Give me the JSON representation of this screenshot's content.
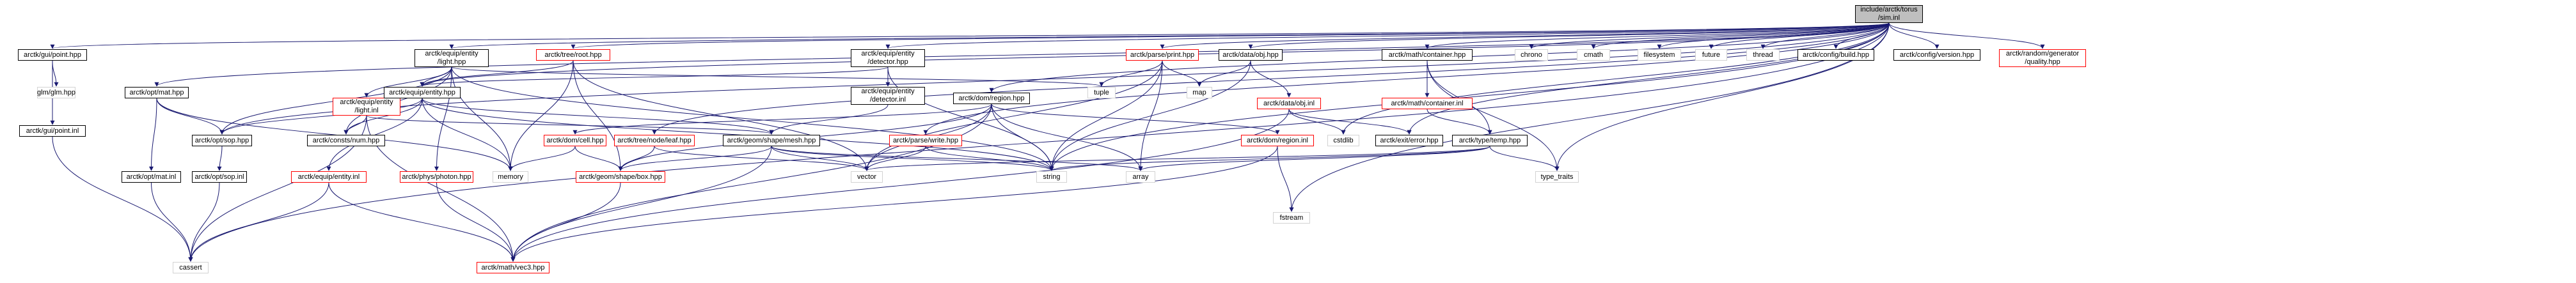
{
  "graph": {
    "title": "include/arctk/torus/sim.inl",
    "edge_color": "#191970",
    "nodes": [
      {
        "id": "root",
        "label": "include/arctk/torus\n/sim.inl",
        "style": "root"
      },
      {
        "id": "guipoint",
        "label": "arctk/gui/point.hpp",
        "style": "black"
      },
      {
        "id": "glm",
        "label": "glm/glm.hpp",
        "style": "plain"
      },
      {
        "id": "guipointinl",
        "label": "arctk/gui/point.inl",
        "style": "black"
      },
      {
        "id": "cassert",
        "label": "cassert",
        "style": "plain"
      },
      {
        "id": "optmat",
        "label": "arctk/opt/mat.hpp",
        "style": "black"
      },
      {
        "id": "optsop",
        "label": "arctk/opt/sop.hpp",
        "style": "black"
      },
      {
        "id": "optsopinl",
        "label": "arctk/opt/sop.inl",
        "style": "black"
      },
      {
        "id": "optmatinl",
        "label": "arctk/opt/mat.inl",
        "style": "black"
      },
      {
        "id": "equiplight",
        "label": "arctk/equip/entity\n/light.hpp",
        "style": "black"
      },
      {
        "id": "equiplightinl",
        "label": "arctk/equip/entity\n/light.inl",
        "style": "red"
      },
      {
        "id": "equipentity",
        "label": "arctk/equip/entity.hpp",
        "style": "black"
      },
      {
        "id": "constsnum",
        "label": "arctk/consts/num.hpp",
        "style": "black"
      },
      {
        "id": "equipentityinl",
        "label": "arctk/equip/entity.inl",
        "style": "red"
      },
      {
        "id": "physphoton",
        "label": "arctk/phys/photon.hpp",
        "style": "red"
      },
      {
        "id": "memory",
        "label": "memory",
        "style": "plain"
      },
      {
        "id": "mathvec3",
        "label": "arctk/math/vec3.hpp",
        "style": "red"
      },
      {
        "id": "treeroot",
        "label": "arctk/tree/root.hpp",
        "style": "red"
      },
      {
        "id": "treenodeleaf",
        "label": "arctk/tree/node/leaf.hpp",
        "style": "red"
      },
      {
        "id": "geomshapebox",
        "label": "arctk/geom/shape/box.hpp",
        "style": "red"
      },
      {
        "id": "equipdetector",
        "label": "arctk/equip/entity\n/detector.hpp",
        "style": "black"
      },
      {
        "id": "equipdetectorinl",
        "label": "arctk/equip/entity\n/detector.inl",
        "style": "black"
      },
      {
        "id": "geomshapemesh",
        "label": "arctk/geom/shape/mesh.hpp",
        "style": "black"
      },
      {
        "id": "domcell",
        "label": "arctk/dom/cell.hpp",
        "style": "red"
      },
      {
        "id": "domregion",
        "label": "arctk/dom/region.hpp",
        "style": "black"
      },
      {
        "id": "parseprint",
        "label": "arctk/parse/print.hpp",
        "style": "red"
      },
      {
        "id": "tuple",
        "label": "tuple",
        "style": "plain"
      },
      {
        "id": "parsewrite",
        "label": "arctk/parse/write.hpp",
        "style": "red"
      },
      {
        "id": "vector",
        "label": "vector",
        "style": "plain"
      },
      {
        "id": "string",
        "label": "string",
        "style": "plain"
      },
      {
        "id": "array",
        "label": "array",
        "style": "plain"
      },
      {
        "id": "map",
        "label": "map",
        "style": "plain"
      },
      {
        "id": "dataobj",
        "label": "arctk/data/obj.hpp",
        "style": "black"
      },
      {
        "id": "dataobjinl",
        "label": "arctk/data/obj.inl",
        "style": "red"
      },
      {
        "id": "cstdlib",
        "label": "cstdlib",
        "style": "plain"
      },
      {
        "id": "domregioninl",
        "label": "arctk/dom/region.inl",
        "style": "red"
      },
      {
        "id": "fstream",
        "label": "fstream",
        "style": "plain"
      },
      {
        "id": "exiterror",
        "label": "arctk/exit/error.hpp",
        "style": "black"
      },
      {
        "id": "mathcontainer",
        "label": "arctk/math/container.hpp",
        "style": "black"
      },
      {
        "id": "mathcontainerinl",
        "label": "arctk/math/container.inl",
        "style": "red"
      },
      {
        "id": "typetemp",
        "label": "arctk/type/temp.hpp",
        "style": "black"
      },
      {
        "id": "typetraits",
        "label": "type_traits",
        "style": "plain"
      },
      {
        "id": "chrono",
        "label": "chrono",
        "style": "plain"
      },
      {
        "id": "cmath",
        "label": "cmath",
        "style": "plain"
      },
      {
        "id": "filesystem",
        "label": "filesystem",
        "style": "plain"
      },
      {
        "id": "future",
        "label": "future",
        "style": "plain"
      },
      {
        "id": "thread",
        "label": "thread",
        "style": "plain"
      },
      {
        "id": "configbuild",
        "label": "arctk/config/build.hpp",
        "style": "black"
      },
      {
        "id": "configversion",
        "label": "arctk/config/version.hpp",
        "style": "black"
      },
      {
        "id": "randomquality",
        "label": "arctk/random/generator\n/quality.hpp",
        "style": "red"
      }
    ],
    "edges": [
      [
        "root",
        "guipoint"
      ],
      [
        "root",
        "cassert"
      ],
      [
        "root",
        "optmat"
      ],
      [
        "root",
        "optsop"
      ],
      [
        "root",
        "equiplight"
      ],
      [
        "root",
        "equipentity"
      ],
      [
        "root",
        "treeroot"
      ],
      [
        "root",
        "treenodeleaf"
      ],
      [
        "root",
        "equipdetector"
      ],
      [
        "root",
        "domregion"
      ],
      [
        "root",
        "parseprint"
      ],
      [
        "root",
        "parsewrite"
      ],
      [
        "root",
        "dataobj"
      ],
      [
        "root",
        "cstdlib"
      ],
      [
        "root",
        "exiterror"
      ],
      [
        "root",
        "mathcontainer"
      ],
      [
        "root",
        "fstream"
      ],
      [
        "root",
        "typetraits"
      ],
      [
        "root",
        "chrono"
      ],
      [
        "root",
        "cmath"
      ],
      [
        "root",
        "filesystem"
      ],
      [
        "root",
        "future"
      ],
      [
        "root",
        "thread"
      ],
      [
        "root",
        "configbuild"
      ],
      [
        "root",
        "configversion"
      ],
      [
        "root",
        "randomquality"
      ],
      [
        "root",
        "string"
      ],
      [
        "guipoint",
        "glm"
      ],
      [
        "guipoint",
        "guipointinl"
      ],
      [
        "guipointinl",
        "cassert"
      ],
      [
        "optmat",
        "optsop"
      ],
      [
        "optmat",
        "optmatinl"
      ],
      [
        "optmat",
        "memory"
      ],
      [
        "optsop",
        "optsopinl"
      ],
      [
        "optsopinl",
        "cassert"
      ],
      [
        "optmatinl",
        "cassert"
      ],
      [
        "equiplight",
        "equipentity"
      ],
      [
        "equiplight",
        "equiplightinl"
      ],
      [
        "equiplight",
        "optsop"
      ],
      [
        "equiplight",
        "physphoton"
      ],
      [
        "equiplight",
        "constsnum"
      ],
      [
        "equiplight",
        "memory"
      ],
      [
        "equiplight",
        "tuple"
      ],
      [
        "equiplight",
        "string"
      ],
      [
        "equiplightinl",
        "cassert"
      ],
      [
        "equiplightinl",
        "mathvec3"
      ],
      [
        "equiplightinl",
        "constsnum"
      ],
      [
        "equiplightinl",
        "geomshapemesh"
      ],
      [
        "equipentity",
        "equipentityinl"
      ],
      [
        "equipentity",
        "optsop"
      ],
      [
        "equipentity",
        "constsnum"
      ],
      [
        "equipentity",
        "geomshapemesh"
      ],
      [
        "equipentity",
        "memory"
      ],
      [
        "equipentity",
        "string"
      ],
      [
        "equipentityinl",
        "cassert"
      ],
      [
        "equipentityinl",
        "mathvec3"
      ],
      [
        "physphoton",
        "mathvec3"
      ],
      [
        "treeroot",
        "equipentity"
      ],
      [
        "treeroot",
        "geomshapebox"
      ],
      [
        "treeroot",
        "memory"
      ],
      [
        "treeroot",
        "vector"
      ],
      [
        "treenodeleaf",
        "geomshapebox"
      ],
      [
        "treenodeleaf",
        "vector"
      ],
      [
        "geomshapebox",
        "mathvec3"
      ],
      [
        "equipdetector",
        "equipdetectorinl"
      ],
      [
        "equipdetector",
        "equipentity"
      ],
      [
        "equipdetector",
        "string"
      ],
      [
        "equipdetectorinl",
        "geomshapemesh"
      ],
      [
        "geomshapemesh",
        "geomshapebox"
      ],
      [
        "geomshapemesh",
        "mathvec3"
      ],
      [
        "geomshapemesh",
        "vector"
      ],
      [
        "geomshapemesh",
        "string"
      ],
      [
        "geomshapemesh",
        "array"
      ],
      [
        "domregion",
        "domcell"
      ],
      [
        "domregion",
        "geomshapebox"
      ],
      [
        "domregion",
        "domregioninl"
      ],
      [
        "domregion",
        "vector"
      ],
      [
        "domregion",
        "string"
      ],
      [
        "domregion",
        "array"
      ],
      [
        "domregion",
        "mathvec3"
      ],
      [
        "domcell",
        "geomshapebox"
      ],
      [
        "domcell",
        "memory"
      ],
      [
        "parseprint",
        "tuple"
      ],
      [
        "parseprint",
        "map"
      ],
      [
        "parseprint",
        "string"
      ],
      [
        "parseprint",
        "vector"
      ],
      [
        "parseprint",
        "array"
      ],
      [
        "parsewrite",
        "vector"
      ],
      [
        "parsewrite",
        "string"
      ],
      [
        "dataobj",
        "dataobjinl"
      ],
      [
        "dataobj",
        "map"
      ],
      [
        "dataobj",
        "string"
      ],
      [
        "dataobjinl",
        "cstdlib"
      ],
      [
        "dataobjinl",
        "exiterror"
      ],
      [
        "dataobjinl",
        "mathvec3"
      ],
      [
        "domregioninl",
        "fstream"
      ],
      [
        "domregioninl",
        "mathvec3"
      ],
      [
        "mathcontainer",
        "mathcontainerinl"
      ],
      [
        "mathcontainer",
        "typetemp"
      ],
      [
        "mathcontainer",
        "typetraits"
      ],
      [
        "mathcontainerinl",
        "typetemp"
      ],
      [
        "typetemp",
        "array"
      ],
      [
        "typetemp",
        "string"
      ],
      [
        "typetemp",
        "typetraits"
      ],
      [
        "typetemp",
        "vector"
      ]
    ]
  }
}
